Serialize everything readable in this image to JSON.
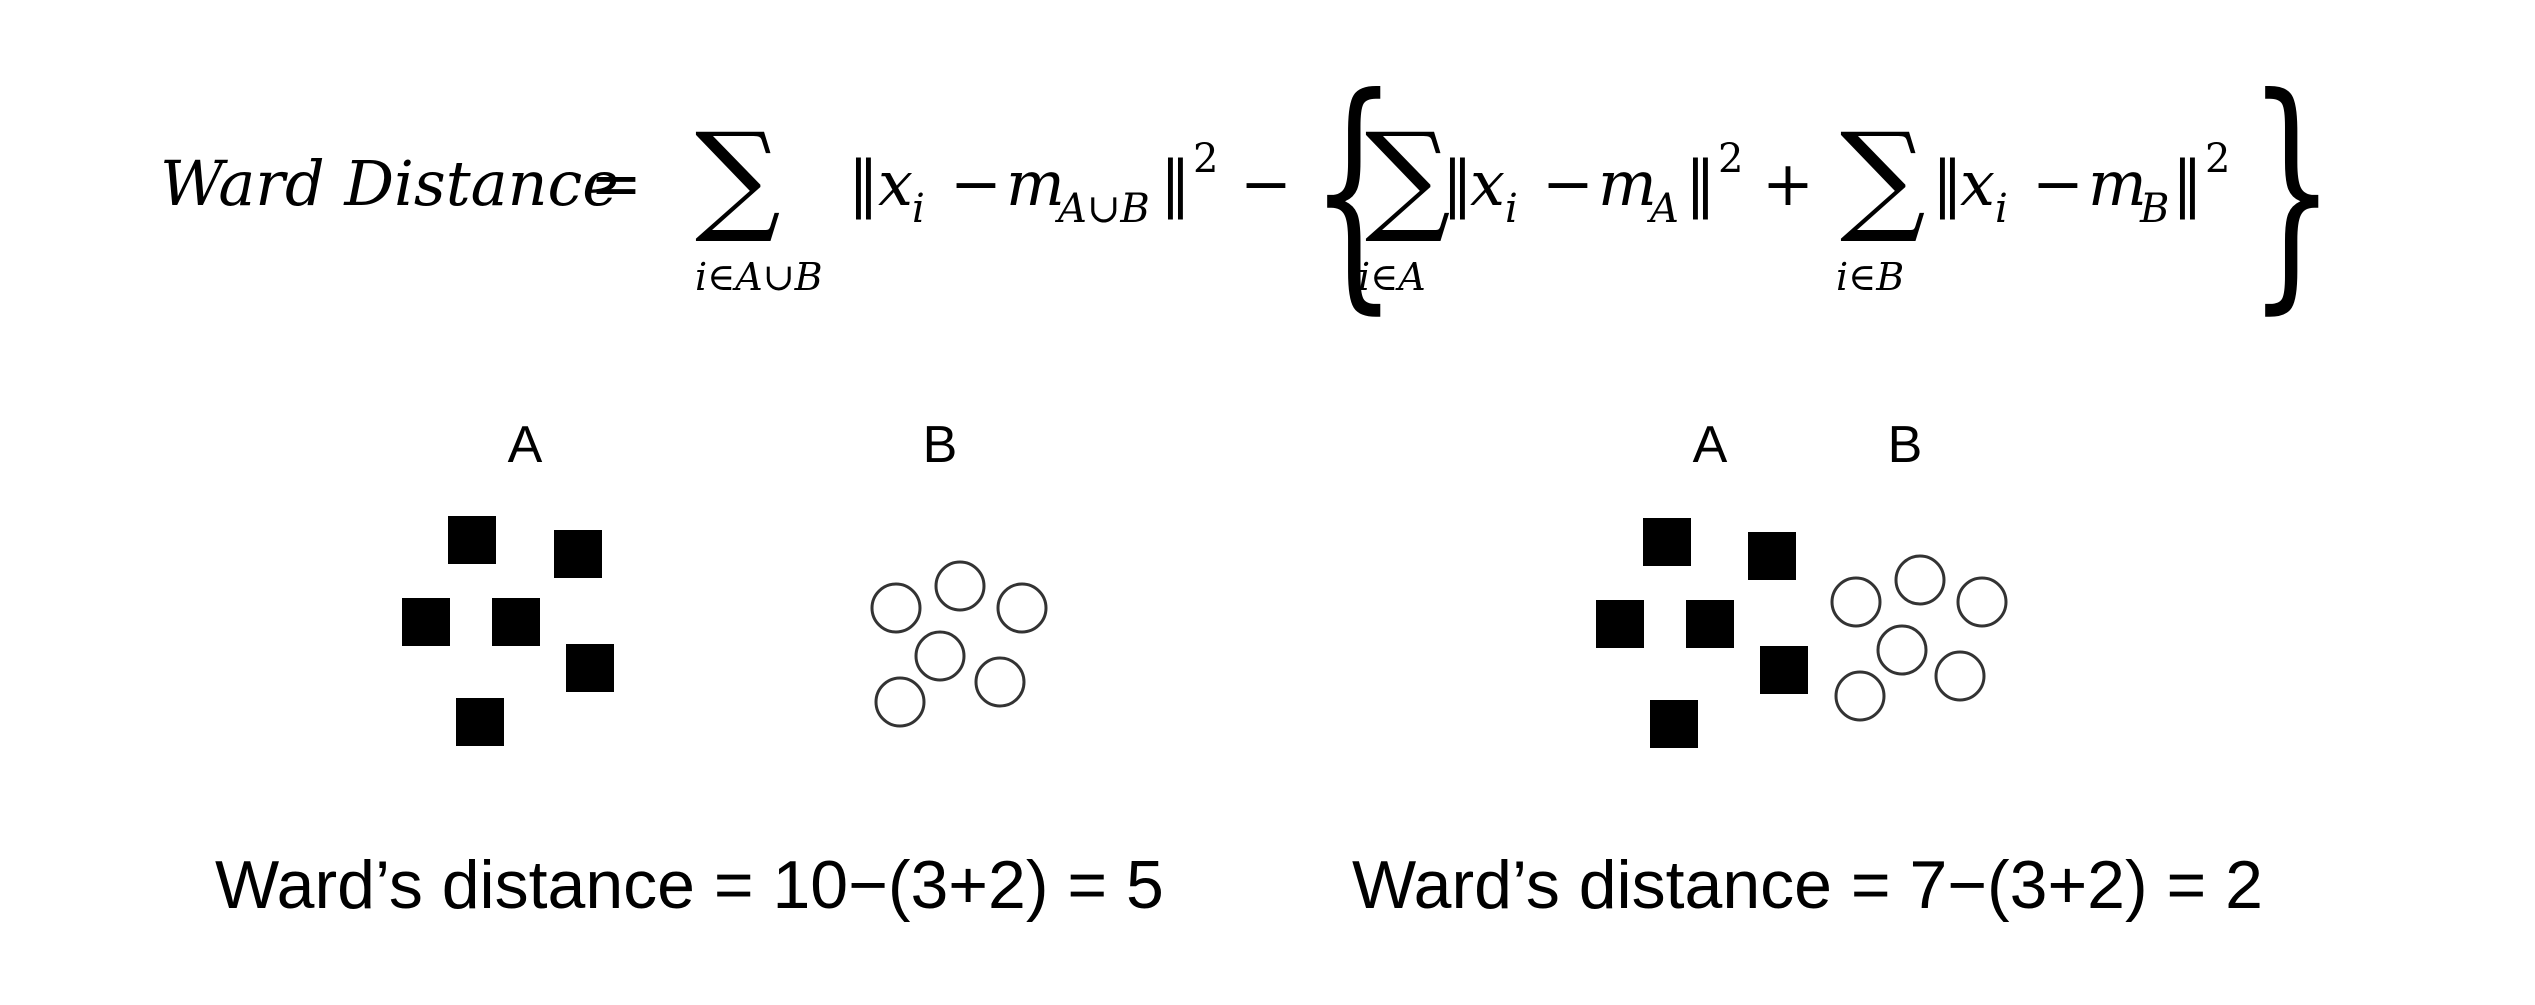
{
  "formula": {
    "lhs": "Ward Distance",
    "eq": "=",
    "sum1": {
      "symbol": "∑",
      "index": "i∈A∪B",
      "x": "x",
      "x_sub": "i",
      "m": "m",
      "m_sub": "A∪B",
      "power": "2"
    },
    "minus": "−",
    "open_brace": "{",
    "sum2": {
      "symbol": "∑",
      "index": "i∈A",
      "x": "x",
      "x_sub": "i",
      "m": "m",
      "m_sub": "A",
      "power": "2"
    },
    "plus": "+",
    "sum3": {
      "symbol": "∑",
      "index": "i∈B",
      "x": "x",
      "x_sub": "i",
      "m": "m",
      "m_sub": "B",
      "power": "2"
    },
    "close_brace": "}"
  },
  "examples": [
    {
      "label_a": "A",
      "label_b": "B",
      "caption": "Ward’s distance = 10−(3+2) = 5"
    },
    {
      "label_a": "A",
      "label_b": "B",
      "caption": "Ward’s distance = 7−(3+2) = 2"
    }
  ],
  "colors": {
    "square_fill": "#000000",
    "circle_stroke": "#333333",
    "text": "#000000"
  }
}
